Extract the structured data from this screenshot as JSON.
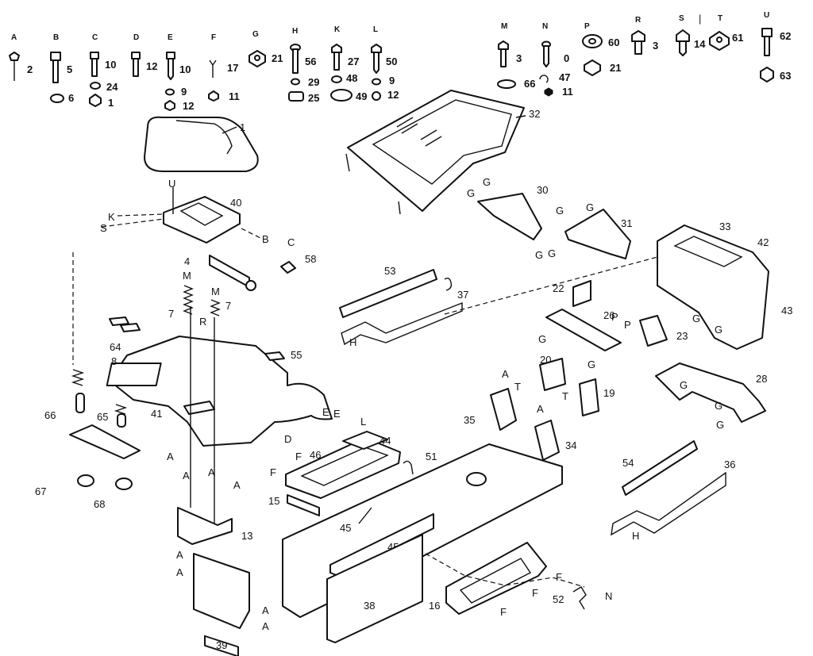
{
  "hardware": [
    {
      "letter": "A",
      "qty": [
        "2",
        "",
        ""
      ]
    },
    {
      "letter": "B",
      "qty": [
        "5",
        "6",
        ""
      ]
    },
    {
      "letter": "C",
      "qty": [
        "10",
        "24",
        "1"
      ]
    },
    {
      "letter": "D",
      "qty": [
        "12",
        "",
        ""
      ]
    },
    {
      "letter": "E",
      "qty": [
        "10",
        "9",
        "12"
      ]
    },
    {
      "letter": "F",
      "qty": [
        "17",
        "11",
        ""
      ]
    },
    {
      "letter": "G",
      "qty": [
        "21",
        "",
        ""
      ]
    },
    {
      "letter": "H",
      "qty": [
        "56",
        "29",
        "25"
      ]
    },
    {
      "letter": "K",
      "qty": [
        "27",
        "48",
        "49"
      ]
    },
    {
      "letter": "L",
      "qty": [
        "50",
        "9",
        "12"
      ]
    },
    {
      "letter": "M",
      "qty": [
        "3",
        "66",
        ""
      ]
    },
    {
      "letter": "N",
      "qty": [
        "0",
        "47",
        "11"
      ]
    },
    {
      "letter": "P",
      "qty": [
        "60",
        "21",
        ""
      ]
    },
    {
      "letter": "R",
      "qty": [
        "3",
        "",
        ""
      ]
    },
    {
      "letter": "S",
      "qty": [
        "14",
        "",
        ""
      ]
    },
    {
      "letter": "T",
      "qty": [
        "61",
        "",
        ""
      ]
    },
    {
      "letter": "U",
      "qty": [
        "62",
        "63",
        ""
      ]
    }
  ],
  "parts": {
    "seat": "1",
    "seat_pan": "40",
    "spring_pivot": "4",
    "seat_bolt": "58",
    "spring_left": "7",
    "spring_right": "7",
    "fender_pad": "64",
    "fender": "8",
    "decal": "55",
    "insert_41": "41",
    "spring_65": "65",
    "bushings_66": "66",
    "plate_67": "67",
    "feet_68": "68",
    "bracket_13": "13",
    "panel_39": "39",
    "hood": "32",
    "bracket_30": "30",
    "bracket_31": "31",
    "dash_33": "33",
    "part_42": "42",
    "panel_43": "43",
    "strip_53": "53",
    "part_37": "37",
    "part_22": "22",
    "part_26": "26",
    "part_23": "23",
    "part_28": "28",
    "part_20": "20",
    "part_19": "19",
    "part_35": "35",
    "part_34": "34",
    "footrest_46": "46",
    "part_44": "44",
    "part_51": "51",
    "part_15": "15",
    "part_45a": "45",
    "part_45b": "45",
    "strip_54": "54",
    "side_36": "36",
    "frame_38": "38",
    "footrest_16": "16",
    "spring_52": "52"
  },
  "callouts": {
    "u_seat": "U",
    "k_seat": "K",
    "s_seat": "S",
    "b_seat": "B",
    "c_bolt": "C",
    "m_left": "M",
    "m_right": "M",
    "r_mid": "R",
    "e_fender": "E",
    "d_fender": "D",
    "a_13a": "A",
    "a_13b": "A",
    "a_13c": "A",
    "a_13d": "A",
    "a_39a": "A",
    "a_39b": "A",
    "a_39c": "A",
    "a_39d": "A",
    "h_53": "H",
    "g_30a": "G",
    "g_30b": "G",
    "g_30c": "G",
    "g_30d": "G",
    "g_31a": "G",
    "g_31b": "G",
    "g_43a": "G",
    "g_43b": "G",
    "p_a": "P",
    "p_b": "P",
    "g_26a": "G",
    "g_26b": "G",
    "t_20": "T",
    "t_19": "T",
    "a_35": "A",
    "a_34": "A",
    "g_28a": "G",
    "g_28b": "G",
    "g_28c": "G",
    "f_46": "F",
    "f_15": "F",
    "l_44": "L",
    "h_36": "H",
    "f_16a": "F",
    "f_16b": "F",
    "f_16c": "F",
    "n_52": "N"
  }
}
